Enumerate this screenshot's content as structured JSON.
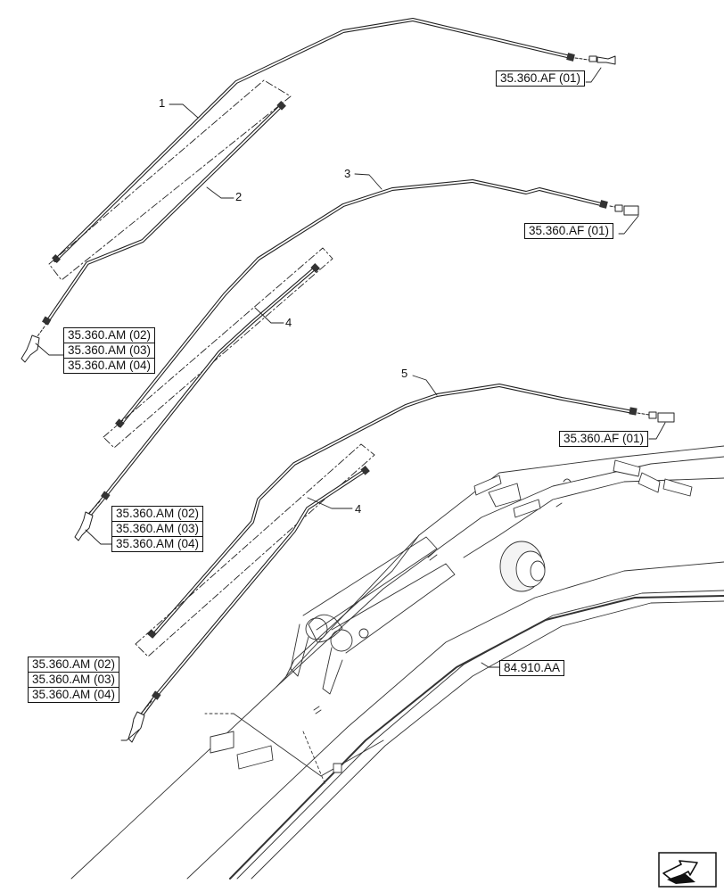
{
  "callouts": {
    "c1": "1",
    "c2": "2",
    "c3": "3",
    "c4a": "4",
    "c4b": "4",
    "c5": "5"
  },
  "refs": {
    "af1": "35.360.AF (01)",
    "af2": "35.360.AF (01)",
    "af3": "35.360.AF (01)",
    "am_group1": [
      "35.360.AM (02)",
      "35.360.AM (03)",
      "35.360.AM (04)"
    ],
    "am_group2": [
      "35.360.AM (02)",
      "35.360.AM (03)",
      "35.360.AM (04)"
    ],
    "am_group3": [
      "35.360.AM (02)",
      "35.360.AM (03)",
      "35.360.AM (04)"
    ],
    "boom": "84.910.AA"
  },
  "icons": {
    "nav": "next-page-arrow-icon"
  }
}
